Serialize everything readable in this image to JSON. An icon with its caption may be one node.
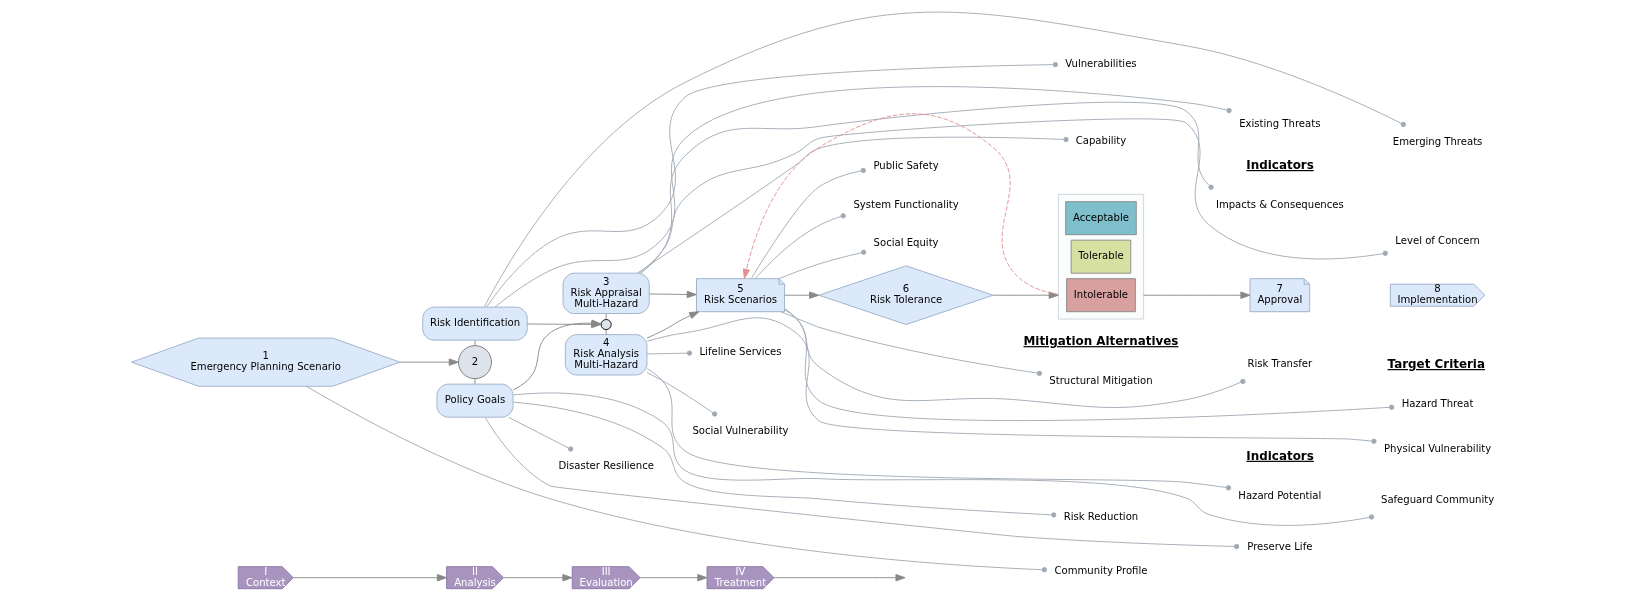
{
  "diagram": {
    "nodes": [
      {
        "text": [
          "I",
          "Context"
        ]
      },
      {
        "text": [
          "II",
          "Analysis"
        ]
      },
      {
        "text": [
          "III",
          "Evaluation"
        ]
      },
      {
        "text": [
          "IV",
          "Treatment"
        ]
      },
      {
        "text": [
          "1",
          "Emergency Planning Scenario"
        ]
      },
      {
        "text": [
          "Risk Identification"
        ]
      },
      {
        "text": [
          "2"
        ]
      },
      {
        "text": [
          "Policy Goals"
        ]
      },
      {
        "text": [
          "3",
          "Risk Appraisal",
          "Multi-Hazard"
        ]
      },
      {
        "text": [],
        "shape": "circle"
      },
      {
        "text": [
          "4",
          "Risk Analysis",
          "Multi-Hazard"
        ]
      },
      {
        "text": [
          "5",
          "Risk Scenarios"
        ]
      },
      {
        "text": [
          "6",
          "Risk Tolerance"
        ]
      },
      {
        "text": [],
        "shape": "box"
      },
      {
        "text": [
          "Intolerable"
        ],
        "in": 13
      },
      {
        "text": [
          "Tolerable"
        ],
        "in": 13
      },
      {
        "text": [
          "Acceptable"
        ],
        "in": 13
      },
      {
        "text": [
          "7",
          "Approval"
        ]
      },
      {
        "text": [
          "8",
          "Implementation"
        ]
      },
      {
        "text": [
          "Community Profile"
        ]
      },
      {
        "text": [
          "Existing Threats"
        ]
      },
      {
        "text": [
          "Emerging Threats"
        ]
      },
      {
        "text": [
          "Vulnerabilities"
        ]
      },
      {
        "text": [
          "Preserve Life"
        ]
      },
      {
        "text": [
          "Safeguard Community"
        ]
      },
      {
        "text": [
          "Risk Reduction"
        ]
      },
      {
        "text": [
          "Disaster Resilience"
        ]
      },
      {
        "text": [
          "Impacts & Consequences"
        ]
      },
      {
        "text": [
          "Level of Concern"
        ]
      },
      {
        "text": [
          "Capability"
        ]
      },
      {
        "text": [
          "Hazard Potential"
        ]
      },
      {
        "text": [
          "Physical Vulnerability"
        ]
      },
      {
        "text": [
          "Lifeline Services"
        ]
      },
      {
        "text": [
          "Social Vulnerability"
        ]
      },
      {
        "text": [
          "Structural Mitigation"
        ]
      },
      {
        "text": [
          "Risk Transfer"
        ]
      },
      {
        "text": [
          "Hazard Threat"
        ]
      },
      {
        "text": [
          "Public Safety"
        ]
      },
      {
        "text": [
          "System Functionality"
        ]
      },
      {
        "text": [
          "Social Equity"
        ]
      }
    ],
    "edges": [
      {
        "from": 0,
        "to": 1,
        "arrow": "to"
      },
      {
        "from": 1,
        "to": 2,
        "arrow": "to"
      },
      {
        "from": 2,
        "to": 3,
        "arrow": "to"
      },
      {
        "from": 3,
        "to": null,
        "arrow": "to"
      },
      {
        "from": 4,
        "to": 6,
        "arrow": "to"
      },
      {
        "from": 5,
        "to": 6,
        "arrow": "none"
      },
      {
        "from": 6,
        "to": 7,
        "arrow": "none"
      },
      {
        "from": 5,
        "to": 9,
        "arrow": "to"
      },
      {
        "from": 7,
        "to": 9,
        "arrow": "to"
      },
      {
        "from": 8,
        "to": 9,
        "arrow": "none"
      },
      {
        "from": 9,
        "to": 10,
        "arrow": "none"
      },
      {
        "from": 8,
        "to": 11,
        "arrow": "to"
      },
      {
        "from": 10,
        "to": 11,
        "arrow": "to"
      },
      {
        "from": 11,
        "to": 12,
        "arrow": "to"
      },
      {
        "from": 12,
        "to": 13,
        "arrow": "to"
      },
      {
        "from": 13,
        "to": 17,
        "arrow": "to"
      },
      {
        "from": 13,
        "to": 11,
        "arrow": "to",
        "style": "dashed",
        "color": "#e09090"
      },
      {
        "from": 4,
        "to": 19,
        "arrow": "other"
      },
      {
        "from": 5,
        "to": 20,
        "arrow": "other"
      },
      {
        "from": 5,
        "to": 21,
        "arrow": "other"
      },
      {
        "from": 5,
        "to": 22,
        "arrow": "other"
      },
      {
        "from": 7,
        "to": 23,
        "arrow": "other"
      },
      {
        "from": 7,
        "to": 24,
        "arrow": "other"
      },
      {
        "from": 7,
        "to": 25,
        "arrow": "other"
      },
      {
        "from": 7,
        "to": 26,
        "arrow": "other"
      },
      {
        "from": 8,
        "to": 27,
        "arrow": "other"
      },
      {
        "from": 8,
        "to": 28,
        "arrow": "other"
      },
      {
        "from": 8,
        "to": 29,
        "arrow": "other"
      },
      {
        "from": 10,
        "to": 30,
        "arrow": "other"
      },
      {
        "from": 10,
        "to": 31,
        "arrow": "other"
      },
      {
        "from": 10,
        "to": 32,
        "arrow": "other"
      },
      {
        "from": 10,
        "to": 33,
        "arrow": "other"
      },
      {
        "from": 11,
        "to": 34,
        "arrow": "other"
      },
      {
        "from": 11,
        "to": 35,
        "arrow": "other"
      },
      {
        "from": 11,
        "to": 36,
        "arrow": "other"
      },
      {
        "from": 11,
        "to": 37,
        "arrow": "other"
      },
      {
        "from": 11,
        "to": 38,
        "arrow": "other"
      },
      {
        "from": 11,
        "to": 39,
        "arrow": "other"
      }
    ],
    "labels": [
      "Indicators",
      "Mitigation Alternatives",
      "Indicators",
      "Target Criteria"
    ]
  }
}
